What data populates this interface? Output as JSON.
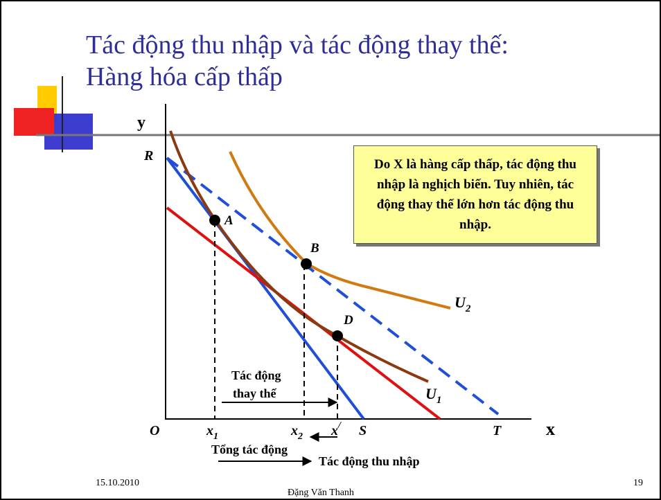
{
  "slide": {
    "title_line1": "Tác động thu nhập và tác động thay thế:",
    "title_line2": "Hàng hóa cấp thấp",
    "date": "15.10.2010",
    "author": "Đặng Văn Thanh",
    "page_number": "19",
    "title_color": "#2e2e9a"
  },
  "callout": {
    "text": "Do X là hàng cấp thấp,  tác động thu nhập là nghịch biến. Tuy nhiên, tác động thay thế lớn hơn tác động thu nhập.",
    "background": "#ffff99"
  },
  "diagram": {
    "axis_y": "y",
    "axis_x": "x",
    "origin": "O",
    "intercept_R": "R",
    "intercept_S": "S",
    "intercept_T": "T",
    "point_A": "A",
    "point_B": "B",
    "point_D": "D",
    "curve_U1": "U",
    "curve_U1_sub": "1",
    "curve_U2": "U",
    "curve_U2_sub": "2",
    "tick_x1": "x",
    "tick_x1_sub": "1",
    "tick_x2": "x",
    "tick_x2_sub": "2",
    "tick_xprime": "x",
    "tick_xprime_sup": "/",
    "substitution_line1": "Tác động",
    "substitution_line2": "thay thế",
    "total_effect": "Tổng tác động",
    "income_effect": "Tác động thu nhập",
    "colors": {
      "budget_initial": "#1f4fd8",
      "budget_new": "#e01010",
      "budget_compensated": "#1f4fd8",
      "curve_U1": "#8b3a10",
      "curve_U2": "#d07a10",
      "axes": "#000000"
    }
  }
}
